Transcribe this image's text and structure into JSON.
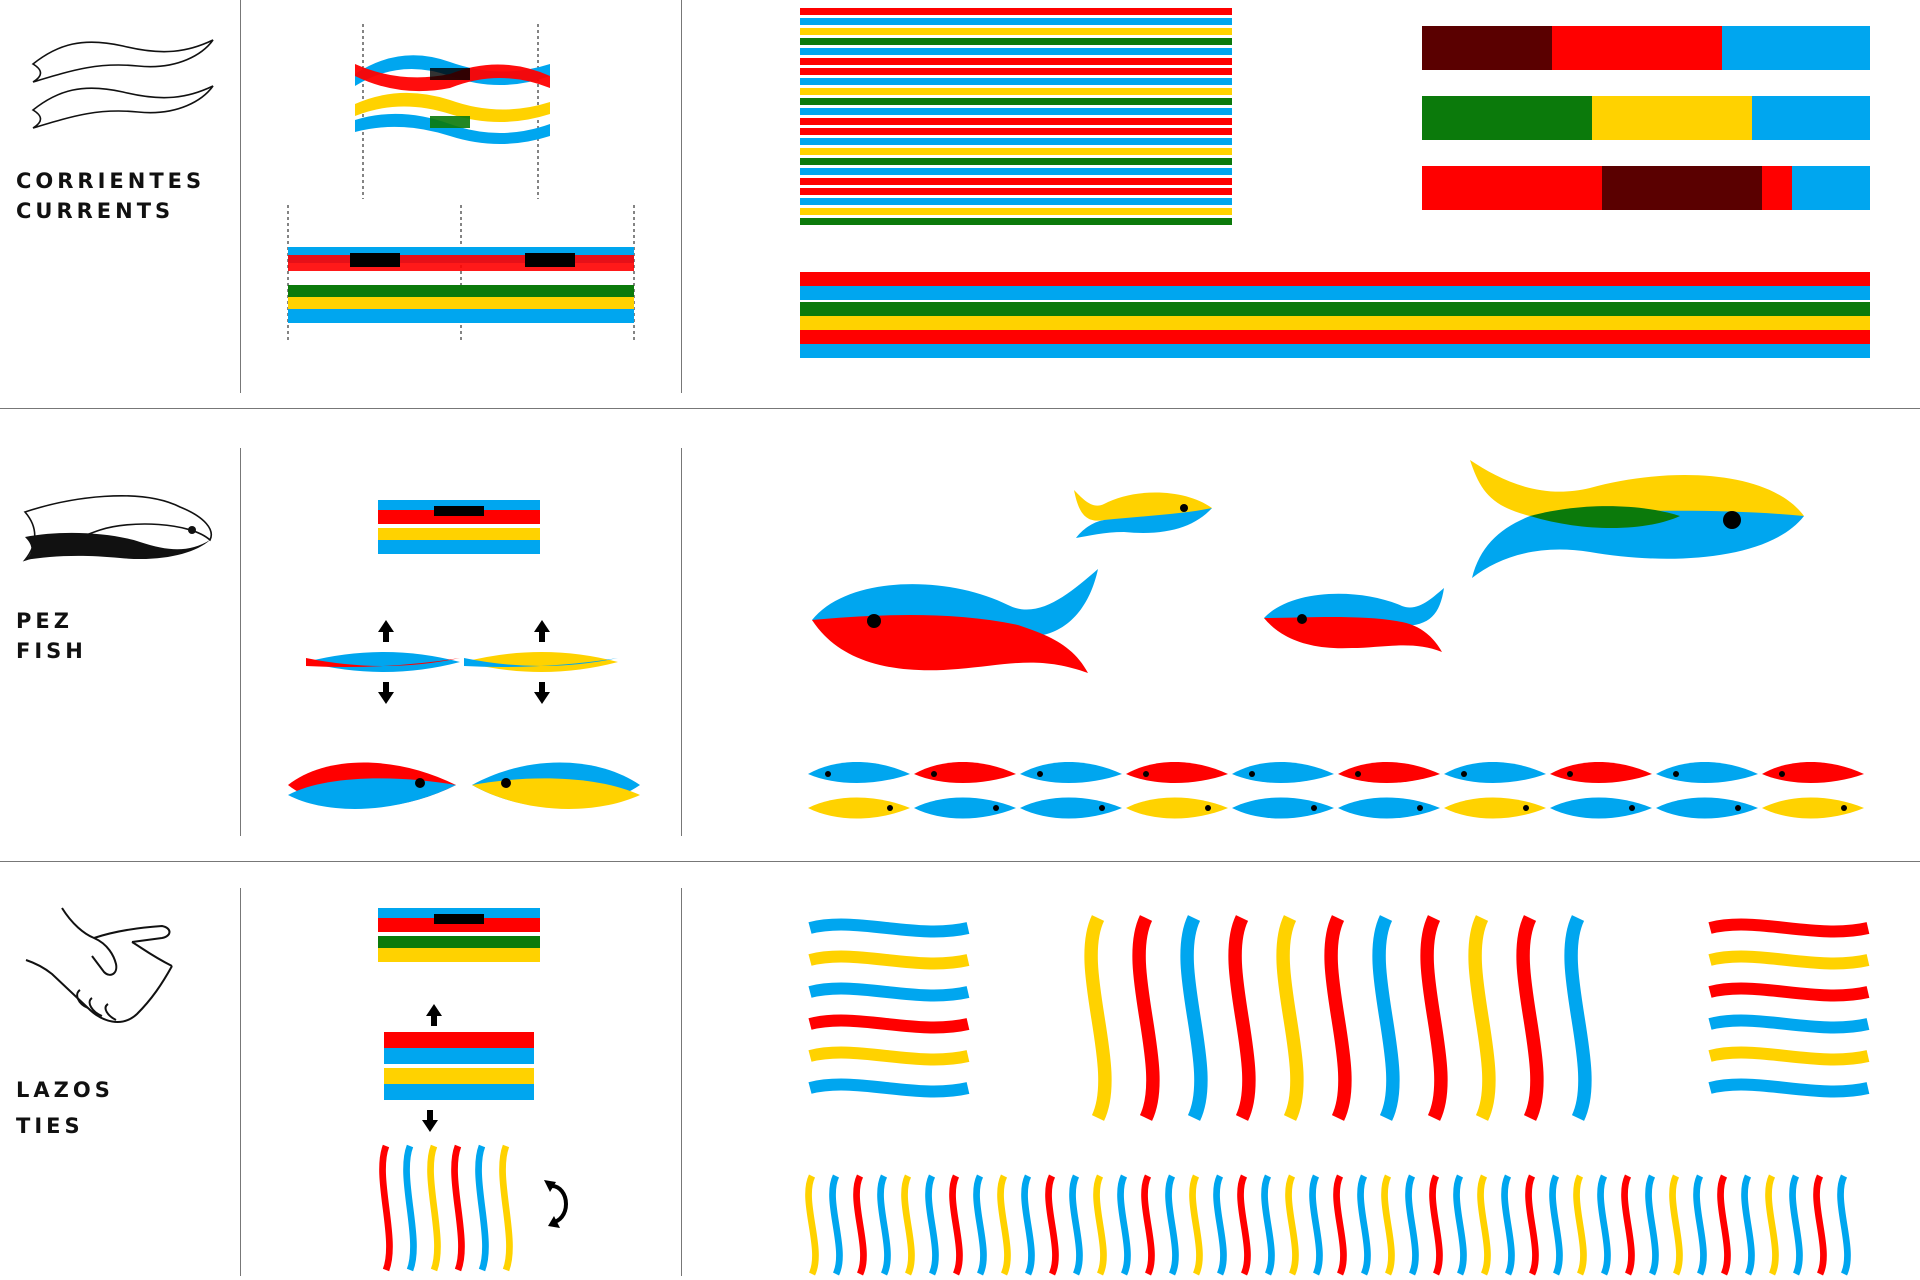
{
  "colors": {
    "red": "#ff0000",
    "blue": "#00a6ef",
    "yellow": "#ffd200",
    "dark_green": "#0b7a0b",
    "dark_red": "#5a0000",
    "black": "#000000",
    "divider": "#777777"
  },
  "sections": [
    {
      "id": "currents",
      "label_es": "CORRIENTES",
      "label_en": "CURRENTS",
      "icon": "waves-icon"
    },
    {
      "id": "fish",
      "label_es": "PEZ",
      "label_en": "FISH",
      "icon": "fish-icon"
    },
    {
      "id": "ties",
      "label_es": "LAZOS",
      "label_en": "TIES",
      "icon": "handshake-icon"
    }
  ],
  "icons": {
    "arrow_up": "arrow-up-icon",
    "arrow_down": "arrow-down-icon",
    "rotate": "rotate-icon"
  }
}
